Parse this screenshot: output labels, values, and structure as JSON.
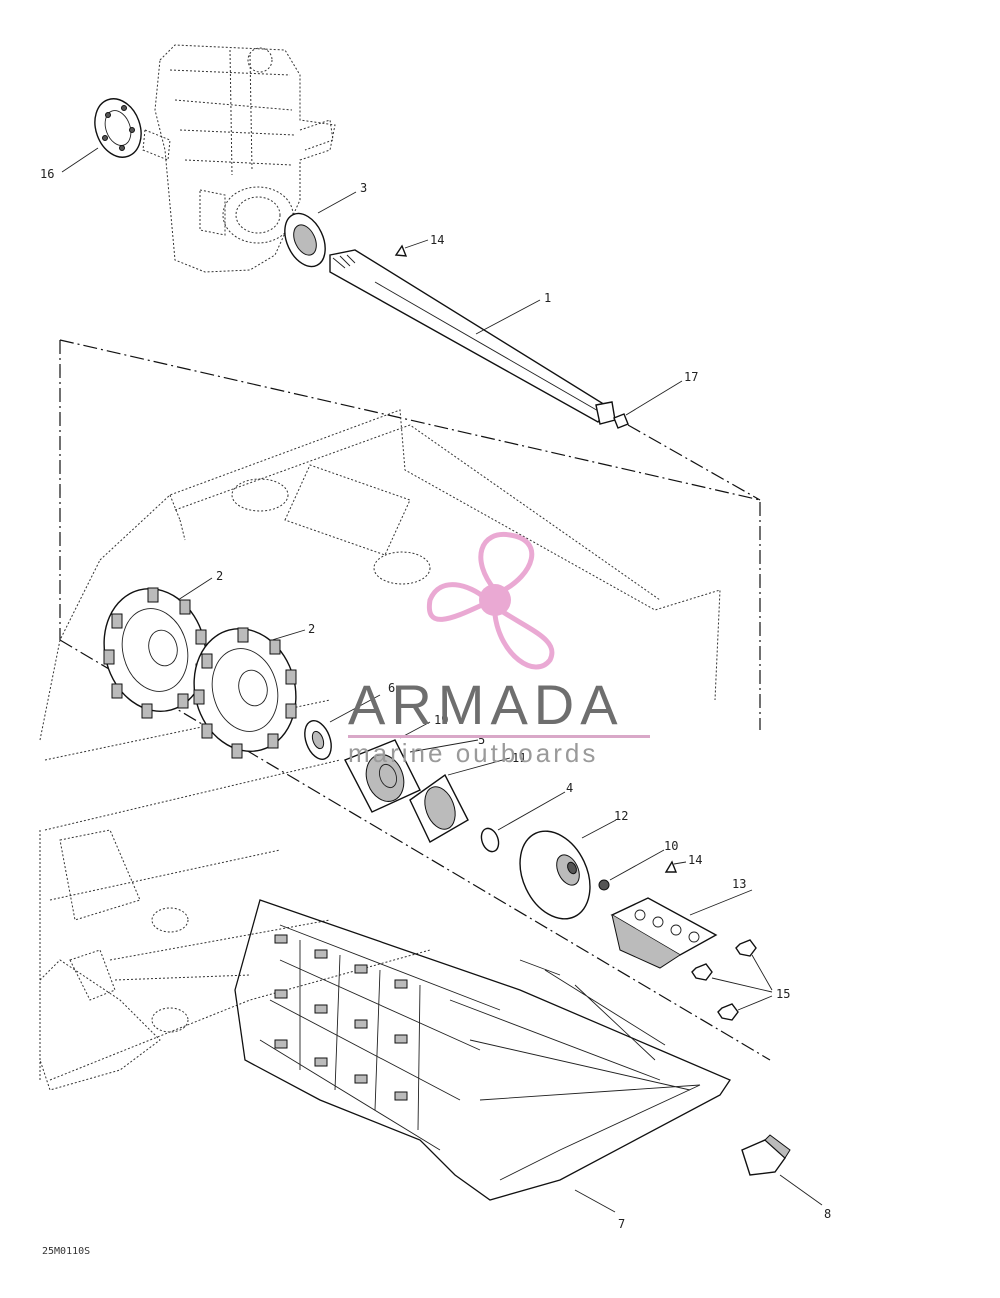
{
  "logo": {
    "name": "ARMADA",
    "tagline": "marine outboards",
    "colors": {
      "accent": "#e8a0cf",
      "accent_dark": "#d98bbf",
      "text": "#6e6e6e"
    }
  },
  "drawing_code": "25M0110S",
  "callouts": {
    "c1": "1",
    "c2a": "2",
    "c2b": "2",
    "c3": "3",
    "c4": "4",
    "c5": "5",
    "c6": "6",
    "c7": "7",
    "c8": "8",
    "c10": "10",
    "c11": "11",
    "c12": "12",
    "c13": "13",
    "c14a": "14",
    "c14b": "14",
    "c15": "15",
    "c16": "16",
    "c17": "17",
    "c19": "19"
  }
}
